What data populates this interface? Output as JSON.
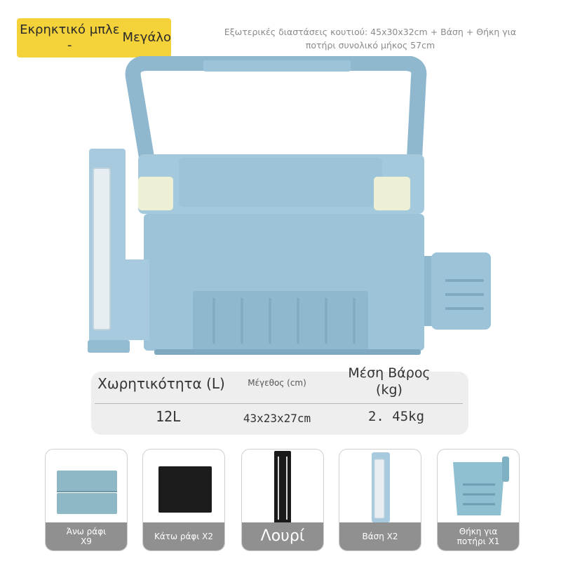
{
  "variant_badge": {
    "line1": "Εκρηκτικό μπλε -",
    "line2": "Μεγάλο"
  },
  "dimensions_note": {
    "line1": "Εξωτερικές διαστάσεις κουτιού: 45x30x32cm + Βάση + Θήκη για",
    "line2": "ποτήρι συνολικό μήκος 57cm"
  },
  "specs": {
    "headers": {
      "capacity": "Χωρητικότητα (L)",
      "size": "Μέγεθος (cm)",
      "weight_line1": "Μέση Βάρος",
      "weight_line2": "(kg)"
    },
    "values": {
      "capacity": "12L",
      "size": "43x23x27cm",
      "weight": "2. 45kg"
    }
  },
  "accessories": [
    {
      "line1": "Άνω ράφι",
      "line2": "X9"
    },
    {
      "line1": "Κάτω ράφι X2",
      "line2": ""
    },
    {
      "line1": "Λουρί",
      "line2": ""
    },
    {
      "line1": "Βάση X2",
      "line2": ""
    },
    {
      "line1": "Θήκη για",
      "line2": "ποτήρι X1"
    }
  ],
  "colors": {
    "badge": "#f4d23a",
    "box_blue": "#9cc3d8",
    "box_blue_dark": "#7fa9c0",
    "latch_cream": "#eef0d6",
    "caption_gray": "#909090",
    "spec_panel": "#eeeeee"
  }
}
